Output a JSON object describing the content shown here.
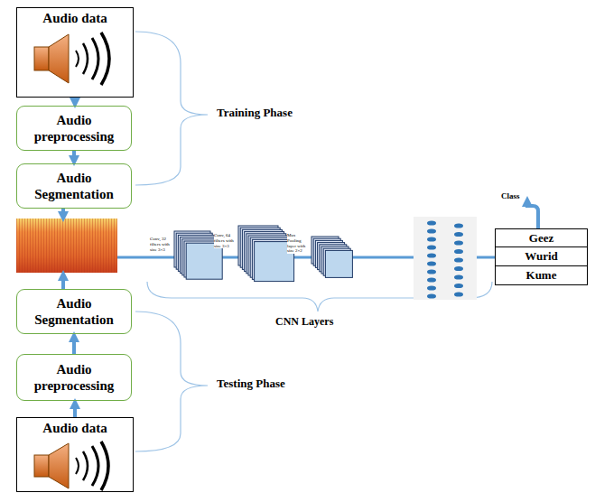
{
  "diagram": {
    "nodes": [
      {
        "text": [
          "Audio data"
        ]
      },
      {
        "text": [
          "Audio preprocessing"
        ]
      },
      {
        "text": [
          "Audio Segmentation"
        ]
      },
      {
        "text": [
          "Audio Segmentation"
        ]
      },
      {
        "text": [
          "Audio preprocessing"
        ]
      },
      {
        "text": [
          "Audio data"
        ]
      }
    ],
    "edges": [
      {
        "from": 0,
        "to": 1,
        "arrow": "to"
      },
      {
        "from": 1,
        "to": 2,
        "arrow": "to"
      },
      {
        "from": 5,
        "to": 4,
        "arrow": "to"
      },
      {
        "from": 4,
        "to": 3,
        "arrow": "to"
      }
    ],
    "labels": [
      "Training Phase",
      "Testing Phase",
      "CNN Layers",
      "Conv, 32 filters with size 3×3",
      "Conv, 64 filters with size 3×3",
      "Max Pooling layer with size 2×2",
      "Class",
      "Geez",
      "Wurid",
      "Kume"
    ]
  }
}
